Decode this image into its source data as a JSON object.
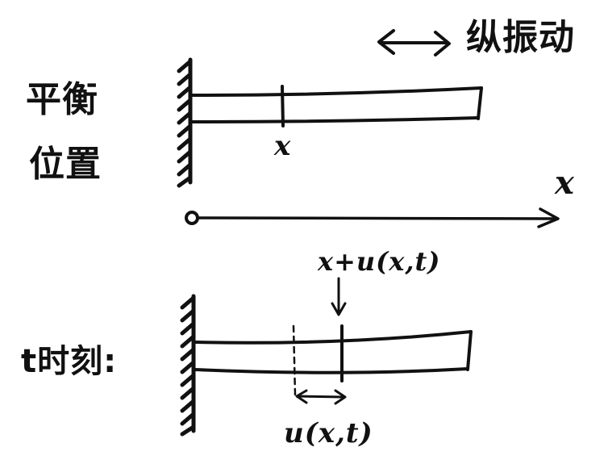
{
  "diagram": {
    "labels": {
      "vibration": "纵振动",
      "equilibrium_line1": "平衡",
      "equilibrium_line2": "位置",
      "x_mark": "x",
      "axis": "x",
      "displaced": "x+u(x,t)",
      "time_t": "t时刻:",
      "displacement": "u(x,t)"
    },
    "colors": {
      "ink": "#111111",
      "background": "#ffffff"
    }
  }
}
